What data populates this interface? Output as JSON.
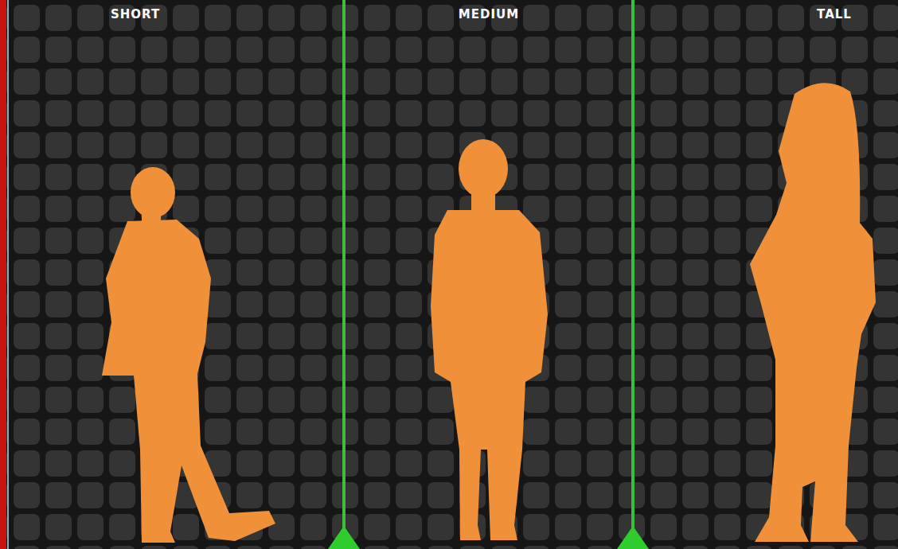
{
  "diagram": {
    "labels": [
      "SHORT",
      "MEDIUM",
      "TALL"
    ]
  }
}
